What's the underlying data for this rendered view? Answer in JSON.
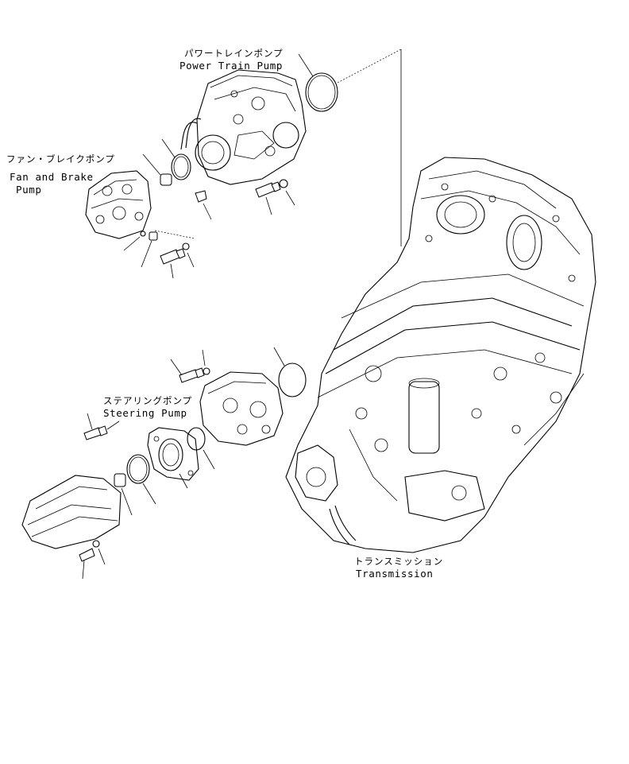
{
  "labels": {
    "power_train_ja": "パワートレインポンプ",
    "power_train_en": "Power Train Pump",
    "fan_brake_ja": "ファン・ブレイクポンプ",
    "fan_brake_en1": "Fan and Brake",
    "fan_brake_en2": "Pump",
    "steering_ja": "ステアリングポンプ",
    "steering_en": "Steering Pump",
    "transmission_ja": "トランスミッション",
    "transmission_en": "Transmission"
  }
}
